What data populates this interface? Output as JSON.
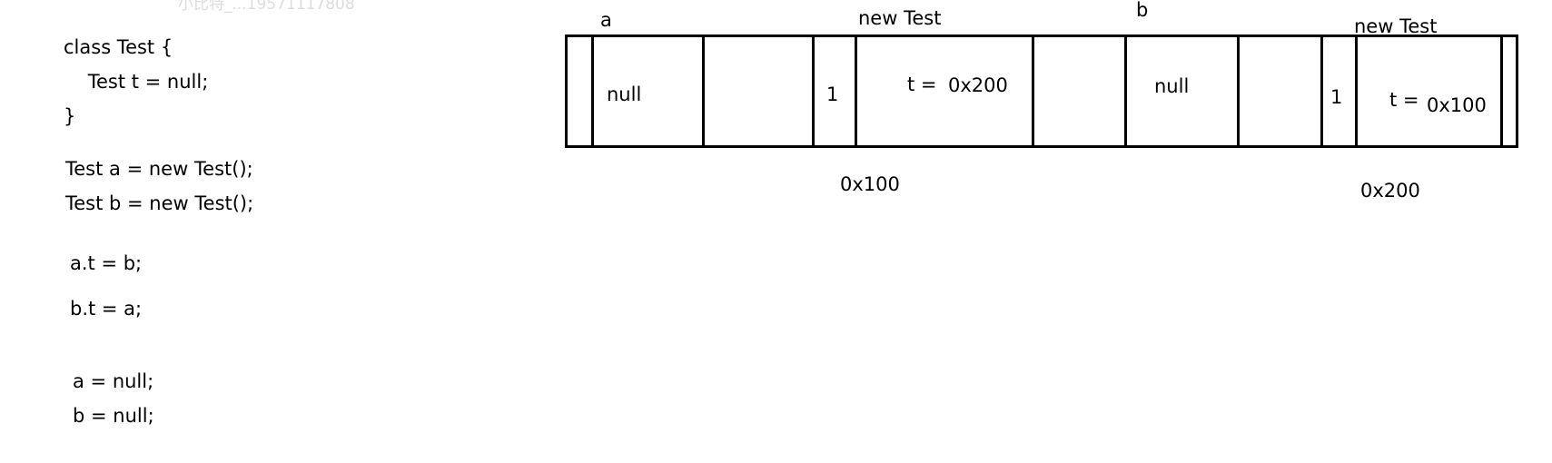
{
  "watermark": "小比特_...19571117808",
  "code": {
    "lines": [
      "class Test {",
      "    Test t = null;",
      "}",
      "Test a = new Test();",
      "Test b = new Test();",
      "a.t = b;",
      "b.t = a;",
      "a = null;",
      "b = null;"
    ]
  },
  "diagram": {
    "var_a_label": "a",
    "var_b_label": "b",
    "var_a_value": "null",
    "var_b_value": "null",
    "object1": {
      "header": "new Test",
      "refcount": "1",
      "field_name": "t =",
      "field_value": "0x200",
      "address": "0x100"
    },
    "object2": {
      "header": "new Test",
      "refcount": "1",
      "field_name": "t =",
      "field_value": "0x100",
      "address": "0x200"
    }
  }
}
